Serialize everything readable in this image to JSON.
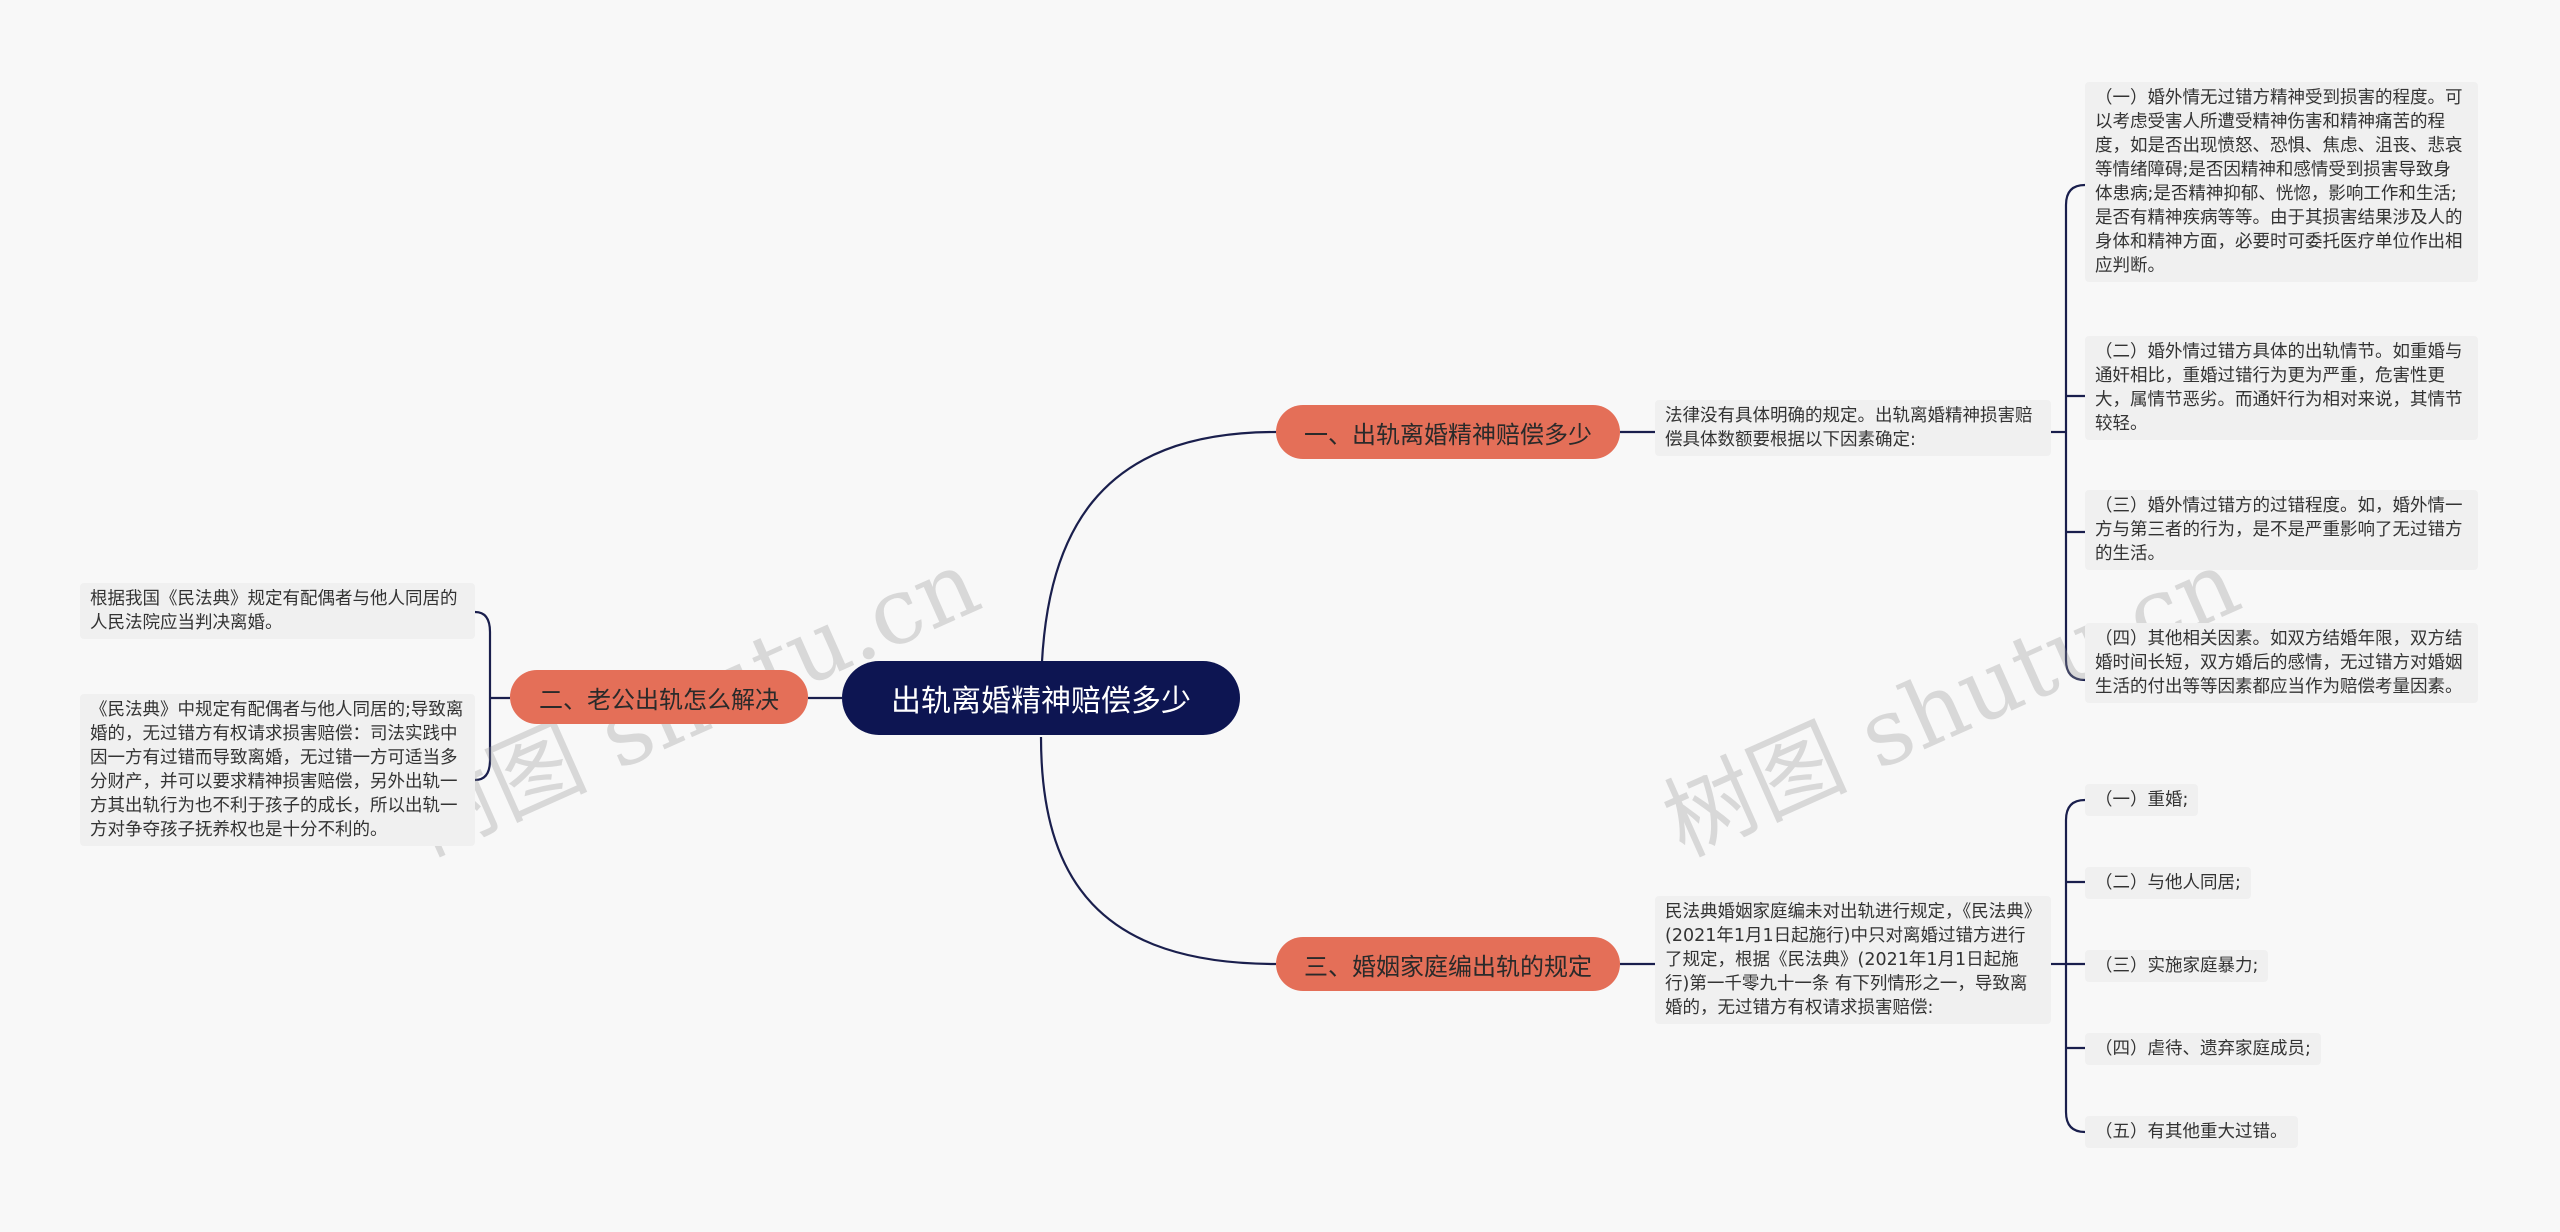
{
  "root": {
    "label": "出轨离婚精神赔偿多少"
  },
  "branches": [
    {
      "label": "一、出轨离婚精神赔偿多少",
      "description": "法律没有具体明确的规定。出轨离婚精神损害赔偿具体数额要根据以下因素确定:",
      "children": [
        "（一）婚外情无过错方精神受到损害的程度。可以考虑受害人所遭受精神伤害和精神痛苦的程度，如是否出现愤怒、恐惧、焦虑、沮丧、悲哀等情绪障碍;是否因精神和感情受到损害导致身体患病;是否精神抑郁、恍惚，影响工作和生活;是否有精神疾病等等。由于其损害结果涉及人的身体和精神方面，必要时可委托医疗单位作出相应判断。",
        "（二）婚外情过错方具体的出轨情节。如重婚与通奸相比，重婚过错行为更为严重，危害性更大，属情节恶劣。而通奸行为相对来说，其情节较轻。",
        "（三）婚外情过错方的过错程度。如，婚外情一方与第三者的行为，是不是严重影响了无过错方的生活。",
        "（四）其他相关因素。如双方结婚年限，双方结婚时间长短，双方婚后的感情，无过错方对婚姻生活的付出等等因素都应当作为赔偿考量因素。"
      ]
    },
    {
      "label": "二、老公出轨怎么解决",
      "children": [
        "根据我国《民法典》规定有配偶者与他人同居的人民法院应当判决离婚。",
        "《民法典》中规定有配偶者与他人同居的;导致离婚的，无过错方有权请求损害赔偿：司法实践中因一方有过错而导致离婚，无过错一方可适当多分财产，并可以要求精神损害赔偿，另外出轨一方其出轨行为也不利于孩子的成长，所以出轨一方对争夺孩子抚养权也是十分不利的。"
      ]
    },
    {
      "label": "三、婚姻家庭编出轨的规定",
      "description": "民法典婚姻家庭编未对出轨进行规定，《民法典》(2021年1月1日起施行)中只对离婚过错方进行了规定，根据《民法典》(2021年1月1日起施行)第一千零九十一条 有下列情形之一，导致离婚的，无过错方有权请求损害赔偿:",
      "children": [
        "（一）重婚;",
        "（二）与他人同居;",
        "（三）实施家庭暴力;",
        "（四）虐待、遗弃家庭成员;",
        "（五）有其他重大过错。"
      ]
    }
  ],
  "watermark": {
    "text": "树图 shutu.cn"
  },
  "colors": {
    "background": "#f8f8f8",
    "root_fill": "#0d1552",
    "branch_fill": "#e46f58",
    "leaf_fill": "#f0f0f0",
    "line": "#1a1f4d"
  }
}
